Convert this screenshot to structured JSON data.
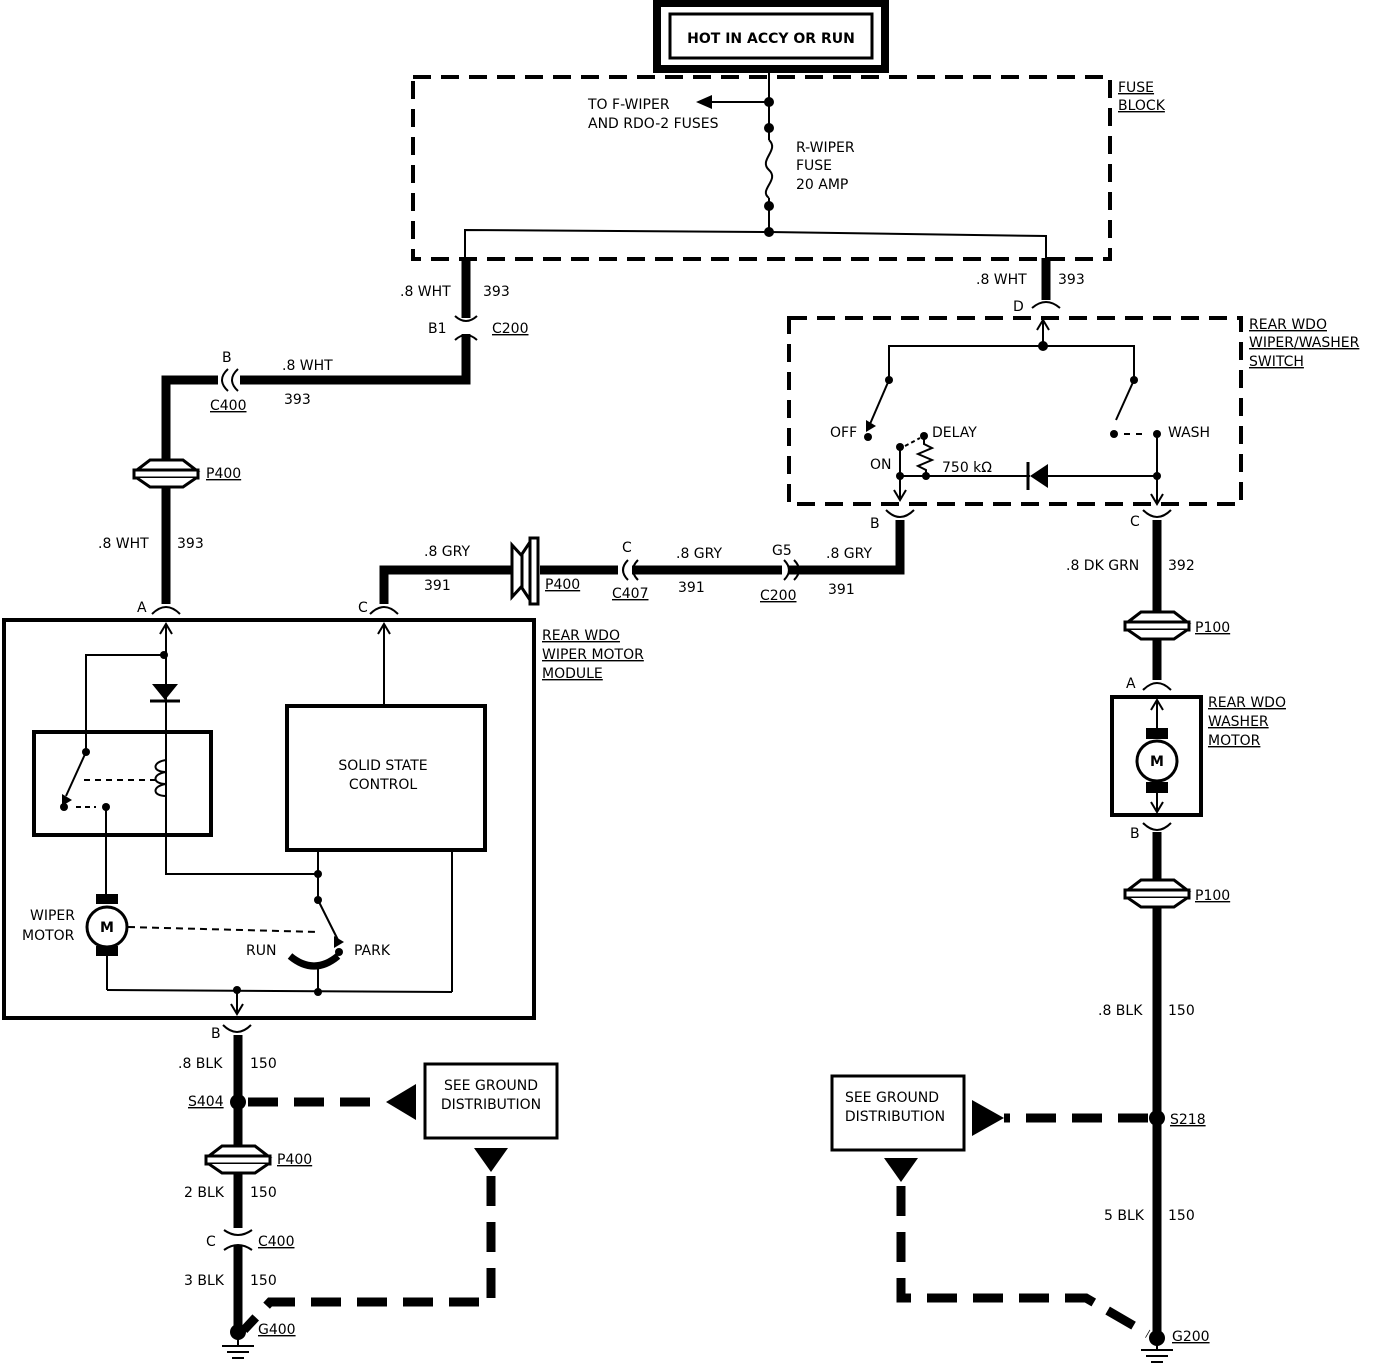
{
  "hot_label": "HOT IN ACCY OR RUN",
  "fuse_block": {
    "label_1": "FUSE",
    "label_2": "BLOCK",
    "to_f_wiper_1": "TO F-WIPER",
    "to_f_wiper_2": "AND RDO-2 FUSES",
    "fuse_1": "R-WIPER",
    "fuse_2": "FUSE",
    "fuse_3": "20 AMP"
  },
  "wires": {
    "left_wht_gauge": ".8 WHT",
    "left_wht_circuit": "393",
    "left_wht2_gauge": ".8 WHT",
    "left_wht2_circuit": "393",
    "left_wht3_gauge": ".8 WHT",
    "left_wht3_circuit": "393",
    "right_wht_gauge": ".8 WHT",
    "right_wht_circuit": "393",
    "gry1_gauge": ".8 GRY",
    "gry1_circuit": "391",
    "gry2_gauge": ".8 GRY",
    "gry2_circuit": "391",
    "gry3_gauge": ".8 GRY",
    "gry3_circuit": "391",
    "dkgrn_gauge": ".8 DK GRN",
    "dkgrn_circuit": "392",
    "blk1_gauge": ".8 BLK",
    "blk1_circuit": "150",
    "blk2_gauge": "2 BLK",
    "blk2_circuit": "150",
    "blk3_gauge": "3 BLK",
    "blk3_circuit": "150",
    "rblk1_gauge": ".8 BLK",
    "rblk1_circuit": "150",
    "rblk2_gauge": "5 BLK",
    "rblk2_circuit": "150"
  },
  "connectors": {
    "b1": "B1",
    "c200": "C200",
    "b_c400": "B",
    "c400": "C400",
    "p400": "P400",
    "d": "D",
    "a_motor": "A",
    "c_motor": "C",
    "p400_mid": "P400",
    "c_c407": "C",
    "c407": "C407",
    "g5": "G5",
    "c200_mid": "C200",
    "b_switch": "B",
    "c_switch": "C",
    "p100_top": "P100",
    "a_washer": "A",
    "b_washer": "B",
    "p100_bot": "P100",
    "b_motor": "B",
    "s404": "S404",
    "p400_bot": "P400",
    "c_c400": "C",
    "c400_bot": "C400",
    "g400": "G400",
    "s218": "S218",
    "g200": "G200"
  },
  "switch": {
    "label_1": "REAR WDO",
    "label_2": "WIPER/WASHER",
    "label_3": "SWITCH",
    "off": "OFF",
    "delay": "DELAY",
    "on": "ON",
    "resistor": "750 kΩ",
    "wash": "WASH"
  },
  "motor_module": {
    "label_1": "REAR WDO",
    "label_2": "WIPER MOTOR",
    "label_3": "MODULE",
    "solid_1": "SOLID STATE",
    "solid_2": "CONTROL",
    "wiper_1": "WIPER",
    "wiper_2": "MOTOR",
    "m": "M",
    "run": "RUN",
    "park": "PARK"
  },
  "washer": {
    "label_1": "REAR WDO",
    "label_2": "WASHER",
    "label_3": "MOTOR",
    "m": "M"
  },
  "ground_left": {
    "line_1": "SEE GROUND",
    "line_2": "DISTRIBUTION"
  },
  "ground_right": {
    "line_1": "SEE GROUND",
    "line_2": "DISTRIBUTION"
  }
}
